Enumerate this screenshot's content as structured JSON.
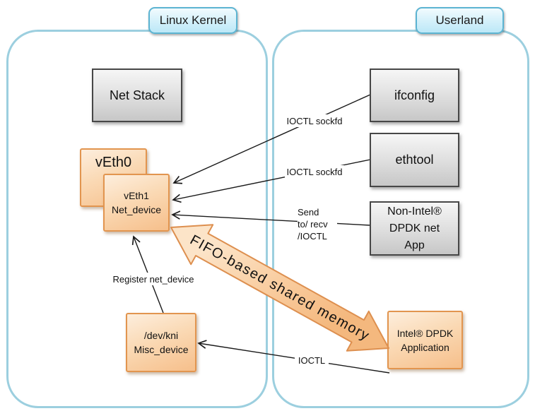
{
  "tags": {
    "kernel": "Linux Kernel",
    "userland": "Userland"
  },
  "boxes": {
    "net_stack": {
      "label": "Net Stack"
    },
    "veth0": {
      "label": "vEth0"
    },
    "veth1": {
      "lines": [
        "vEth1",
        "Net_device"
      ]
    },
    "ifconfig": {
      "label": "ifconfig"
    },
    "ethtool": {
      "label": "ethtool"
    },
    "non_intel": {
      "lines": [
        "Non-Intel®",
        "DPDK net",
        "App"
      ]
    },
    "dev_kni": {
      "lines": [
        "/dev/kni",
        "Misc_device"
      ]
    },
    "intel_app": {
      "lines": [
        "Intel® DPDK",
        "Application"
      ]
    }
  },
  "edge_labels": {
    "ioctl_sockfd_top": "IOCTL sockfd",
    "ioctl_sockfd_mid": "IOCTL sockfd",
    "send": [
      "Send",
      "to/ recv",
      "/IOCTL"
    ],
    "register": "Register net_device",
    "ioctl": "IOCTL"
  },
  "fifo_arrow": {
    "label": "FIFO-based shared memory"
  },
  "colors": {
    "container_border": "#9ccfdf",
    "tag_fill": "#cdecf9",
    "tag_border": "#5cb4d2",
    "gray_box_fill": "#d9d9d9",
    "gray_box_border": "#474747",
    "orange_fill": "#f9cda0",
    "orange_border": "#e2954f",
    "fifo_arrow_fill": "#f9cfa4",
    "line_color": "#1a1a1a"
  }
}
